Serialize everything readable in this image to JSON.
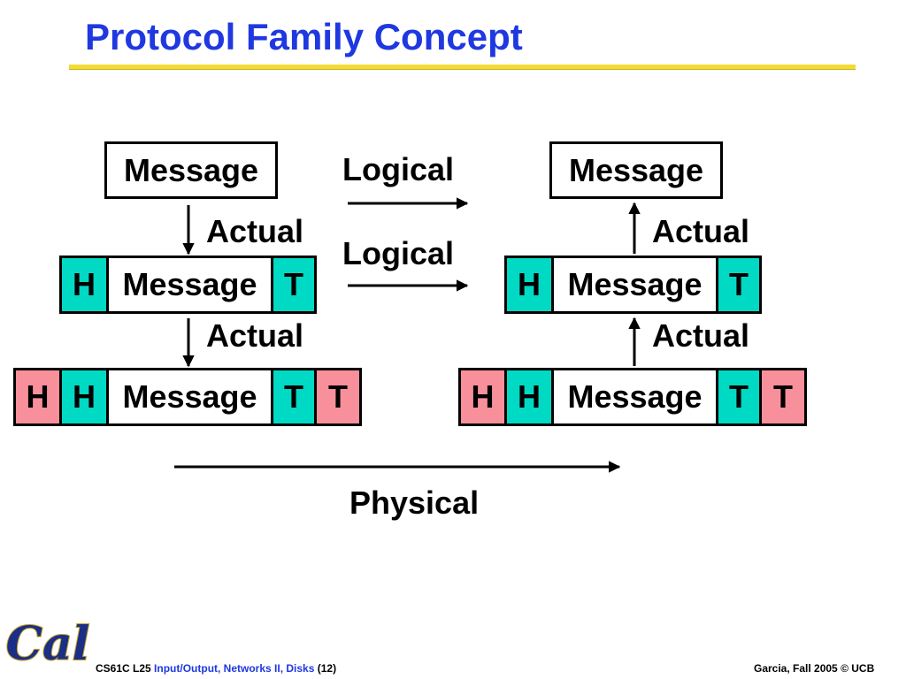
{
  "slide": {
    "title": "Protocol Family Concept"
  },
  "diagram": {
    "message": "Message",
    "header": "H",
    "trailer": "T",
    "labels": {
      "logical": "Logical",
      "actual": "Actual",
      "physical": "Physical"
    }
  },
  "footer": {
    "course": "CS61C L25",
    "lecture": "Input/Output, Networks II, Disks",
    "page": "(12)",
    "credit": "Garcia, Fall 2005 © UCB"
  },
  "colors": {
    "title": "#1f38e0",
    "rule": "#f2dc33",
    "header_inner": "#00d9c4",
    "header_outer": "#f7909b"
  },
  "logo": {
    "icon": "cal-logo-icon",
    "text": "Cal"
  }
}
